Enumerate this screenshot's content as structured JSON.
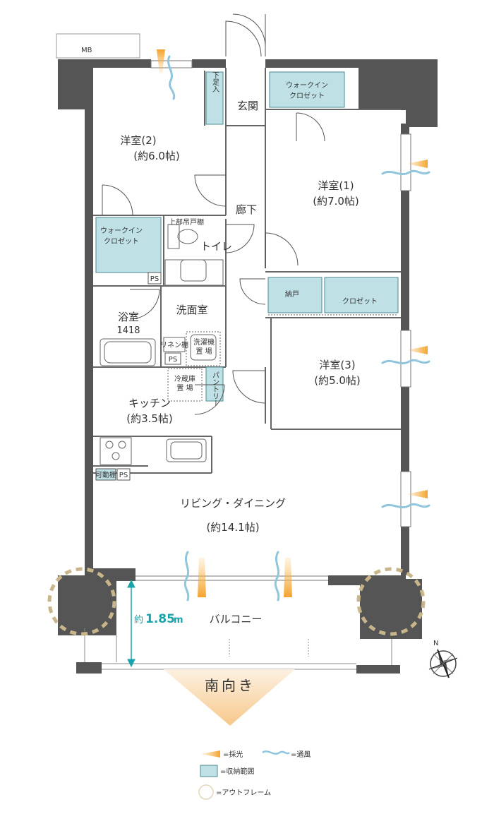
{
  "rooms": {
    "mb": "MB",
    "western2": "洋室(2)",
    "western2_size": "(約6.0帖)",
    "entrance": "玄関",
    "shoe_storage": "下足入",
    "walkin1_line1": "ウォークイン",
    "walkin1_line2": "クロゼット",
    "western1": "洋室(1)",
    "western1_size": "(約7.0帖)",
    "corridor": "廊下",
    "upper_cabinet": "上部吊戸棚",
    "toilet": "トイレ",
    "walkin2_line1": "ウォークイン",
    "walkin2_line2": "クロゼット",
    "ps1": "PS",
    "storage": "納戸",
    "closet": "クロゼット",
    "bath": "浴室",
    "bath_size": "1418",
    "washroom": "洗面室",
    "linen": "リネン棚",
    "ps2": "PS",
    "washer_line1": "洗濯機",
    "washer_line2": "置 場",
    "western3": "洋室(3)",
    "western3_size": "(約5.0帖)",
    "fridge_line1": "冷蔵庫",
    "fridge_line2": "置 場",
    "pantry": "パントリー",
    "kitchen": "キッチン",
    "kitchen_size": "(約3.5帖)",
    "movable_shelf": "可動棚",
    "ps3": "PS",
    "living": "リビング・ダイニング",
    "living_size": "(約14.1帖)",
    "balcony": "バルコニー",
    "balcony_depth_prefix": "約",
    "balcony_depth_value": "1.85",
    "balcony_depth_unit": "m",
    "south": "南向き",
    "north": "N"
  },
  "legend": {
    "light": "=採光",
    "wind": "=通風",
    "storage": "=収納範囲",
    "outframe": "=アウトフレーム"
  },
  "colors": {
    "wall": "#555555",
    "storage_fill": "#bfe1e6",
    "light": "#f4a93f",
    "wind": "#8fc6dd",
    "outframe": "#c9b58a"
  },
  "icons": [
    "compass-icon",
    "light-arrow-icon",
    "wind-wave-icon",
    "outframe-circle-icon",
    "storage-swatch-icon"
  ]
}
